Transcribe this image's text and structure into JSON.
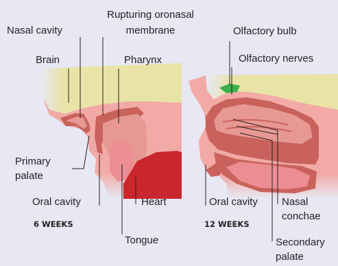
{
  "labels": {
    "nasal_cavity": "Nasal cavity",
    "rupturing_line1": "Rupturing oronasal",
    "rupturing_line2": "membrane",
    "brain": "Brain",
    "pharynx": "Pharynx",
    "primary_palate_line1": "Primary",
    "primary_palate_line2": "palate",
    "oral_cavity_left": "Oral cavity",
    "heart": "Heart",
    "tongue": "Tongue",
    "olfactory_bulb": "Olfactory bulb",
    "olfactory_nerves": "Olfactory nerves",
    "oral_cavity_right": "Oral cavity",
    "nasal_conchae_line1": "Nasal",
    "nasal_conchae_line2": "conchae",
    "secondary_palate_line1": "Secondary",
    "secondary_palate_line2": "palate"
  },
  "stages": {
    "left": "6 WEEKS",
    "right": "12 WEEKS"
  },
  "colors": {
    "background": "#e7e8f4",
    "tissue": "#f2aaa6",
    "tissue_dark": "#c9625c",
    "brain": "#e9e3a6",
    "cavity": "#e79892",
    "tongue": "#ec8d93",
    "heart": "#c9262e",
    "olfactory_bulb": "#3bb04a",
    "leader_line": "#231f20"
  }
}
